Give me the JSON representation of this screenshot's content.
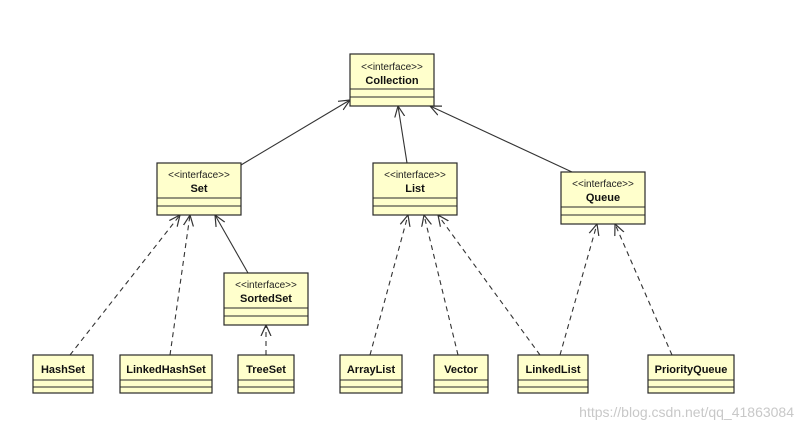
{
  "diagram": {
    "nodes": [
      {
        "id": "collection",
        "stereotype": "<<interface>>",
        "name": "Collection"
      },
      {
        "id": "set",
        "stereotype": "<<interface>>",
        "name": "Set"
      },
      {
        "id": "list",
        "stereotype": "<<interface>>",
        "name": "List"
      },
      {
        "id": "queue",
        "stereotype": "<<interface>>",
        "name": "Queue"
      },
      {
        "id": "sortedset",
        "stereotype": "<<interface>>",
        "name": "SortedSet"
      },
      {
        "id": "hashset",
        "stereotype": "",
        "name": "HashSet"
      },
      {
        "id": "linkedhashset",
        "stereotype": "",
        "name": "LinkedHashSet"
      },
      {
        "id": "treeset",
        "stereotype": "",
        "name": "TreeSet"
      },
      {
        "id": "arraylist",
        "stereotype": "",
        "name": "ArrayList"
      },
      {
        "id": "vector",
        "stereotype": "",
        "name": "Vector"
      },
      {
        "id": "linkedlist",
        "stereotype": "",
        "name": "LinkedList"
      },
      {
        "id": "priorityqueue",
        "stereotype": "",
        "name": "PriorityQueue"
      }
    ],
    "edges": [
      {
        "from": "set",
        "to": "collection",
        "style": "solid"
      },
      {
        "from": "list",
        "to": "collection",
        "style": "solid"
      },
      {
        "from": "queue",
        "to": "collection",
        "style": "solid"
      },
      {
        "from": "sortedset",
        "to": "set",
        "style": "solid"
      },
      {
        "from": "hashset",
        "to": "set",
        "style": "dashed"
      },
      {
        "from": "linkedhashset",
        "to": "set",
        "style": "dashed"
      },
      {
        "from": "treeset",
        "to": "sortedset",
        "style": "dashed"
      },
      {
        "from": "arraylist",
        "to": "list",
        "style": "dashed"
      },
      {
        "from": "vector",
        "to": "list",
        "style": "dashed"
      },
      {
        "from": "linkedlist",
        "to": "list",
        "style": "dashed"
      },
      {
        "from": "linkedlist",
        "to": "queue",
        "style": "dashed"
      },
      {
        "from": "priorityqueue",
        "to": "queue",
        "style": "dashed"
      }
    ]
  },
  "watermark": "https://blog.csdn.net/qq_41863084"
}
